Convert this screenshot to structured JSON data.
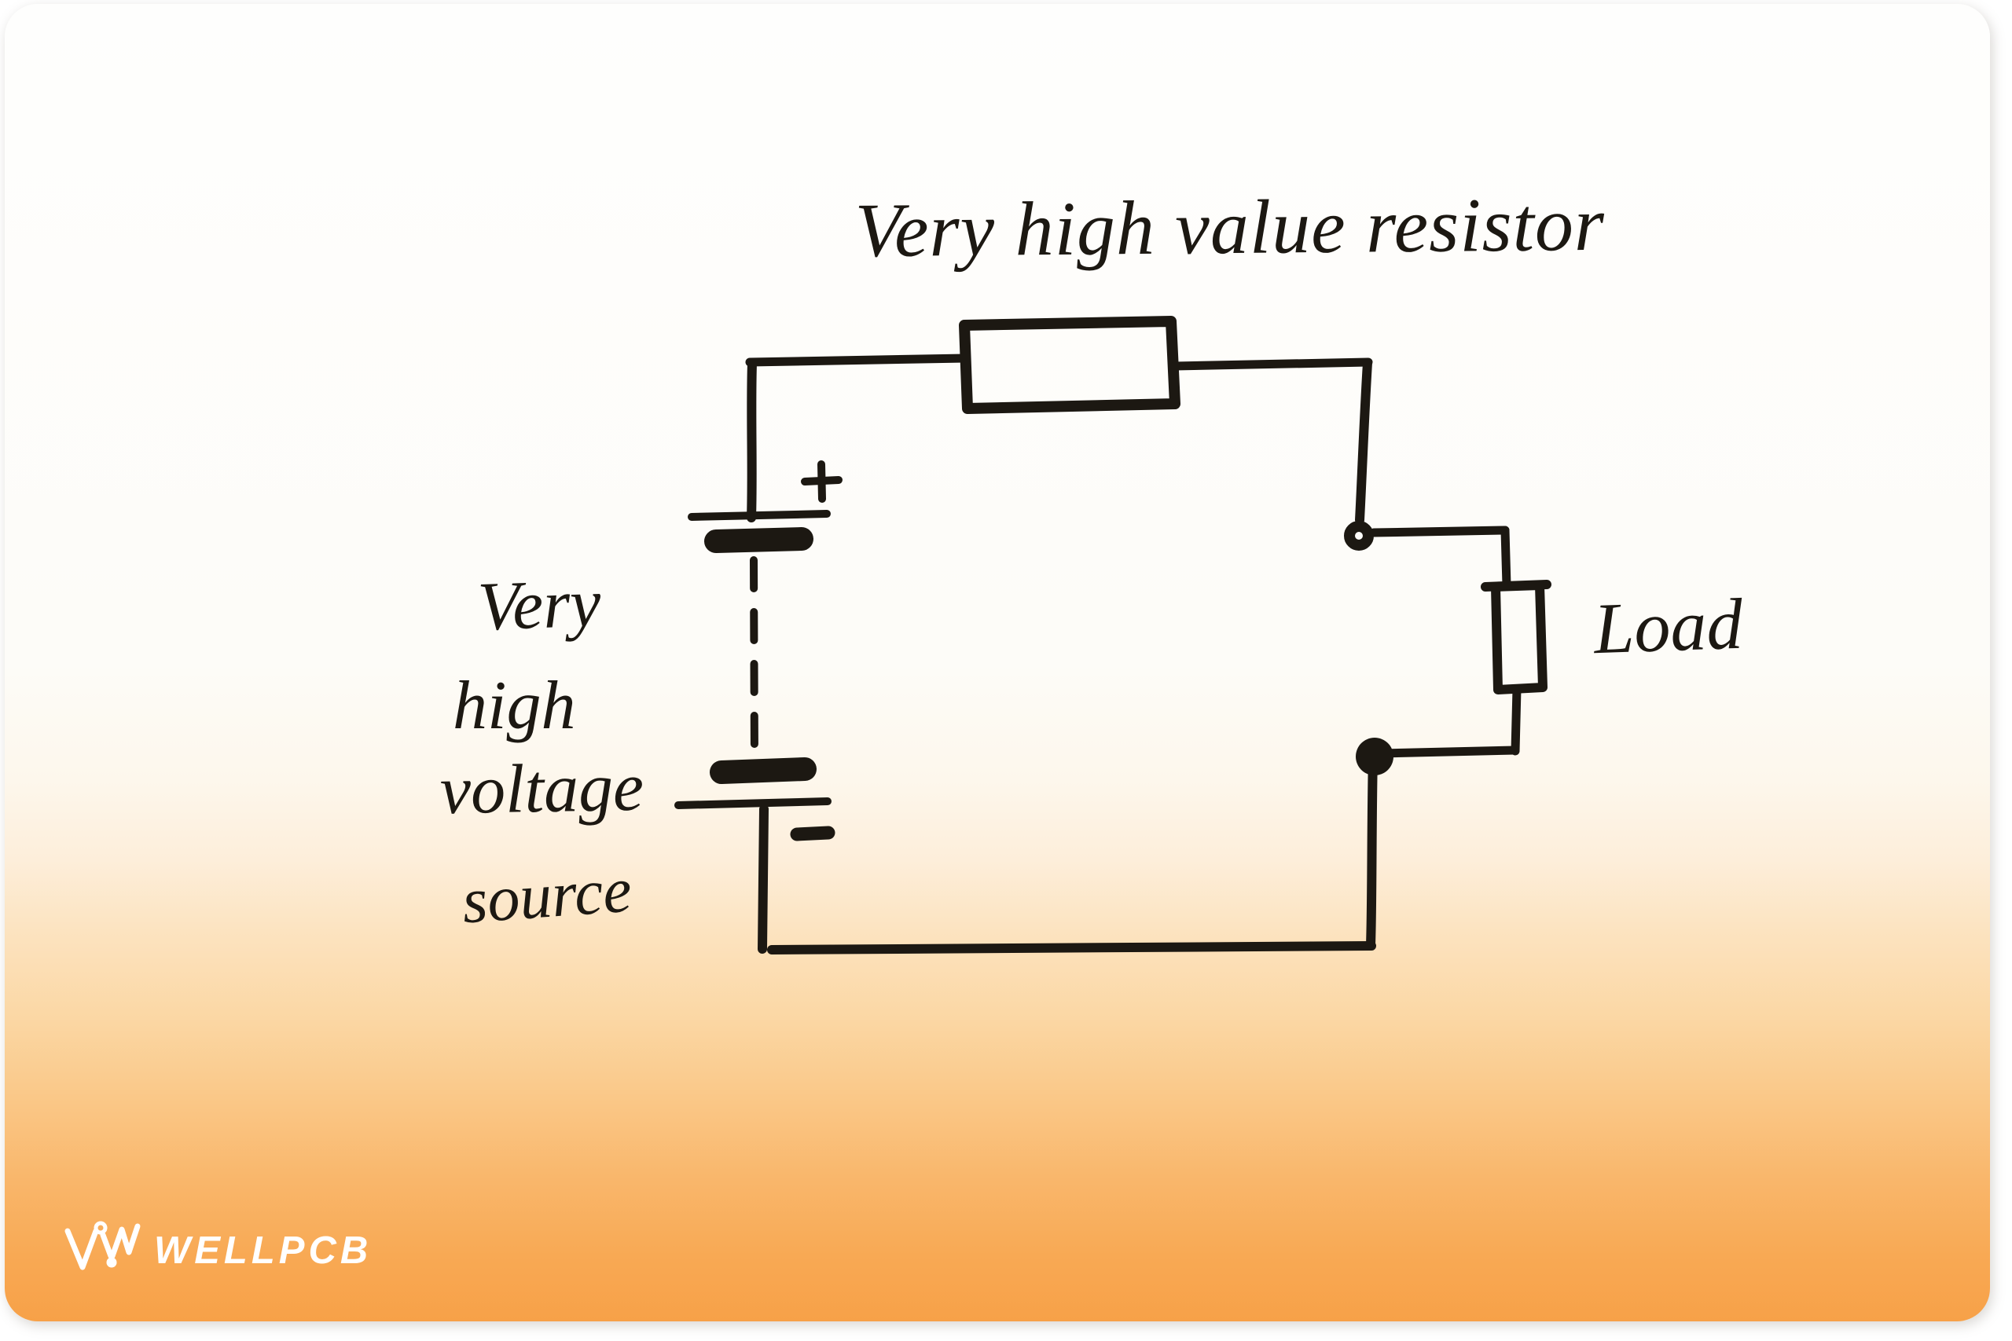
{
  "theme": {
    "ink": "#1c1812",
    "brand-orange": "#f7a148",
    "logo-white": "#ffffff",
    "page-background": "#ffffff"
  },
  "diagram": {
    "title": "Very high value resistor",
    "battery": {
      "label_lines": [
        "Very",
        "high",
        "voltage",
        "source"
      ],
      "positive_symbol": "+",
      "negative_symbol": "−"
    },
    "load": {
      "label": "Load"
    }
  },
  "branding": {
    "logo_text": "WELLPCB"
  }
}
